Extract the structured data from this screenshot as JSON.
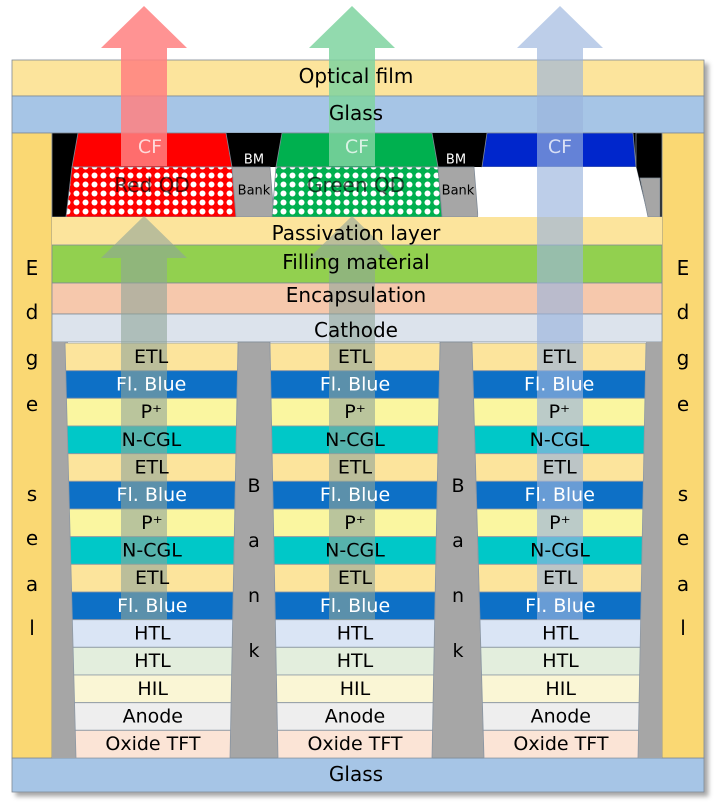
{
  "layers": {
    "optical_film": "Optical film",
    "glass_top": "Glass",
    "cf": "CF",
    "bm": "BM",
    "bank_small": "Bank",
    "red_qd": "Red QD",
    "green_qd": "Green QD",
    "passivation": "Passivation layer",
    "filling": "Filling material",
    "encapsulation": "Encapsulation",
    "cathode": "Cathode",
    "bank_vertical": [
      "B",
      "a",
      "n",
      "k"
    ],
    "edge_seal": [
      "E",
      "d",
      "g",
      "e",
      "s",
      "e",
      "a",
      "l"
    ],
    "glass_bottom": "Glass"
  },
  "oled_stack": [
    "ETL",
    "Fl. Blue",
    "P⁺",
    "N-CGL",
    "ETL",
    "Fl. Blue",
    "P⁺",
    "N-CGL",
    "ETL",
    "Fl. Blue",
    "HTL",
    "HTL",
    "HIL",
    "Anode",
    "Oxide TFT"
  ],
  "colors": {
    "optical_film": "#FCE49C",
    "glass": "#A6C5E6",
    "edge_seal": "#FAD873",
    "passivation": "#FCE49C",
    "filling": "#92D050",
    "encapsulation": "#F6C8AC",
    "cathode": "#DCE3EC",
    "bank": "#A6A6A6",
    "cf_red": "#FF0000",
    "cf_green": "#00B050",
    "cf_blue": "#0026CC",
    "bm": "#000000",
    "red_qd": "#FF0000",
    "green_qd": "#00B050",
    "etl": "#FCE49C",
    "fl_blue": "#0F6FC6",
    "p_plus": "#FAF6A0",
    "n_cgl": "#00C8C8",
    "htl1": "#DAE5F5",
    "htl2": "#E3EEDD",
    "hil": "#FAF6D5",
    "anode": "#EEEEEE",
    "oxide_tft": "#FBE4D6",
    "arrow_red": "#FF8080",
    "arrow_green": "#7FD4A0",
    "arrow_blue": "#9AB3DD",
    "arrow_inner": "#8FA59A"
  }
}
